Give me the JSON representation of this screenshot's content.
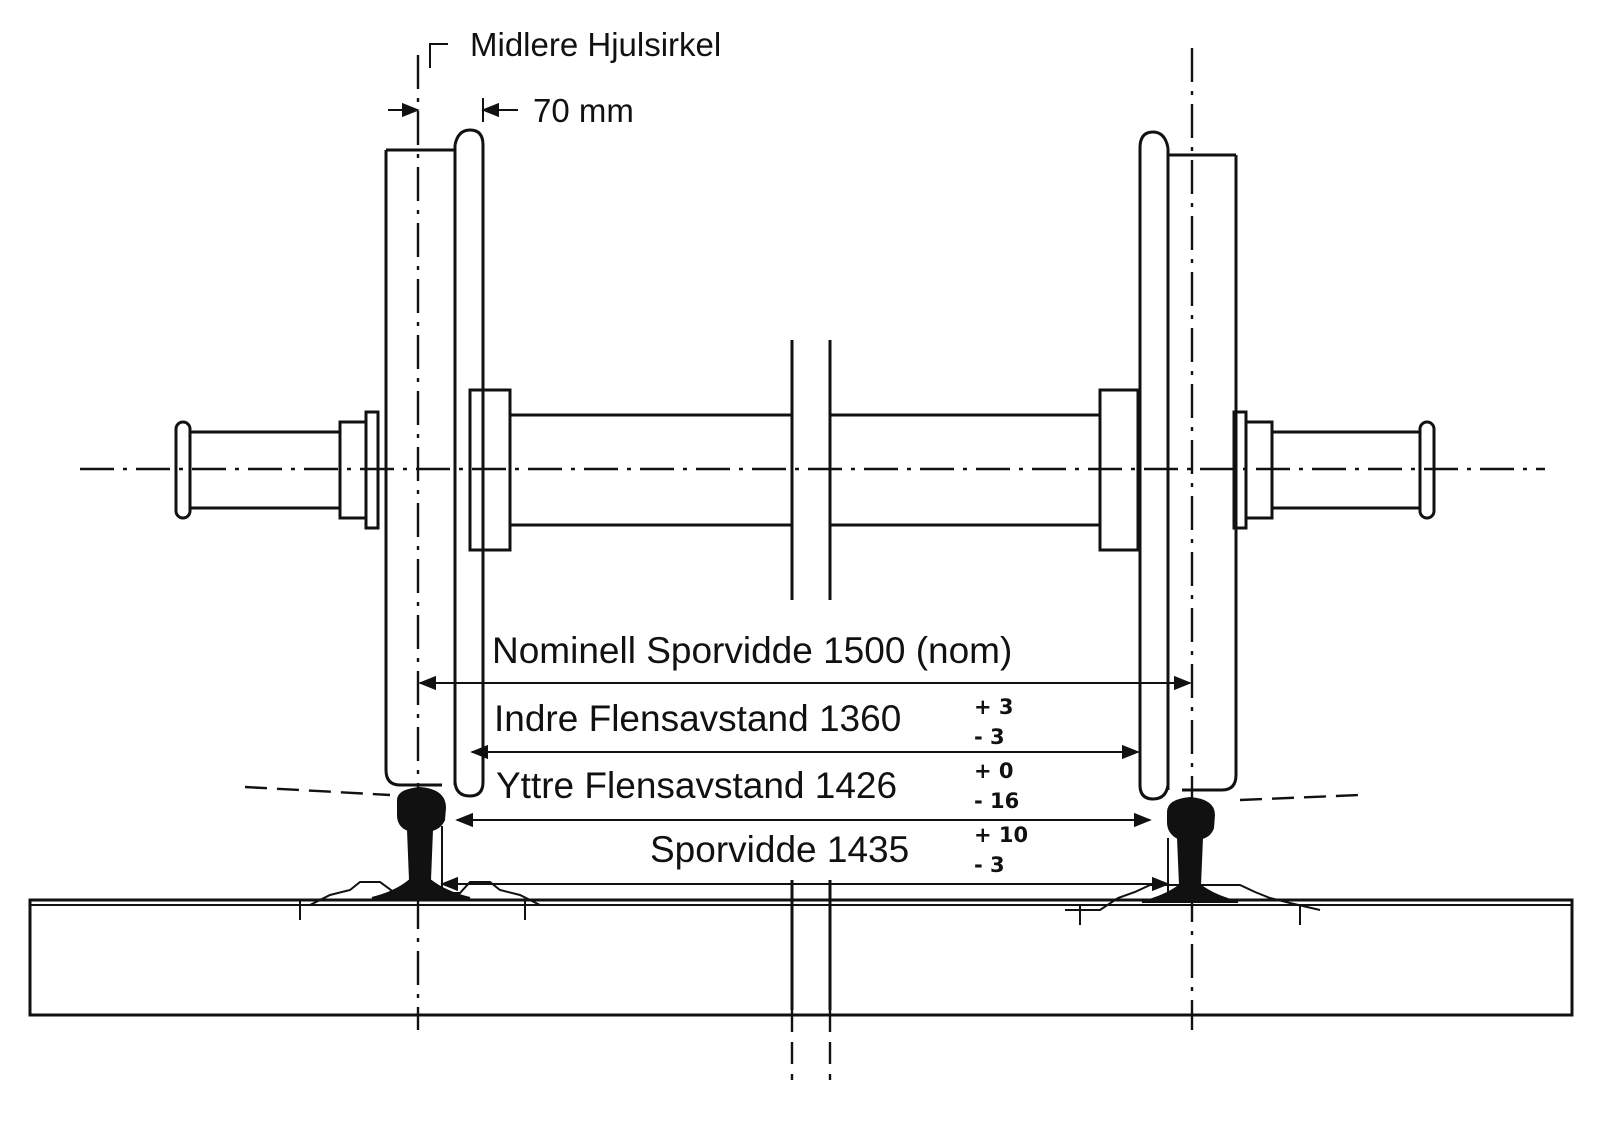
{
  "labels": {
    "wheel_circle": "Midlere Hjulsirkel",
    "wheel_offset": "70 mm",
    "nominal_gauge": "Nominell Sporvidde 1500 (nom)",
    "inner_flange": "Indre Flensavstand 1360",
    "outer_flange": "Yttre Flensavstand 1426",
    "gauge": "Sporvidde 1435"
  },
  "tolerances": {
    "inner_flange": {
      "plus": "+ 3",
      "minus": "- 3"
    },
    "outer_flange": {
      "plus": "+ 0",
      "minus": "- 16"
    },
    "gauge": {
      "plus": "+ 10",
      "minus": "- 3"
    }
  }
}
